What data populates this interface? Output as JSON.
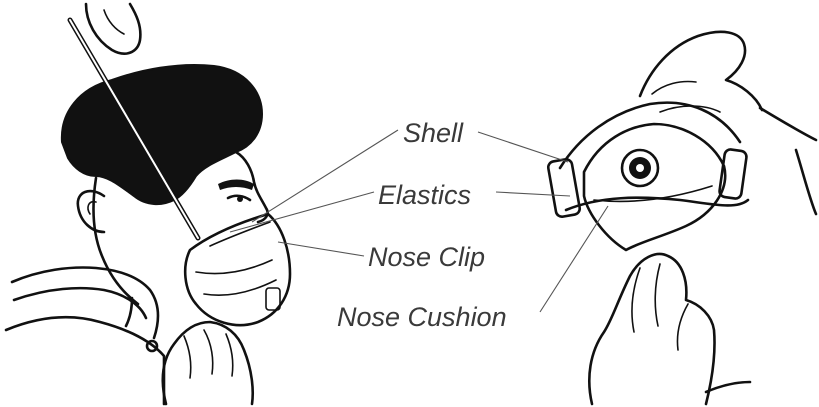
{
  "labels": {
    "shell": "Shell",
    "elastics": "Elastics",
    "nose_clip": "Nose Clip",
    "nose_cushion": "Nose Cushion"
  }
}
